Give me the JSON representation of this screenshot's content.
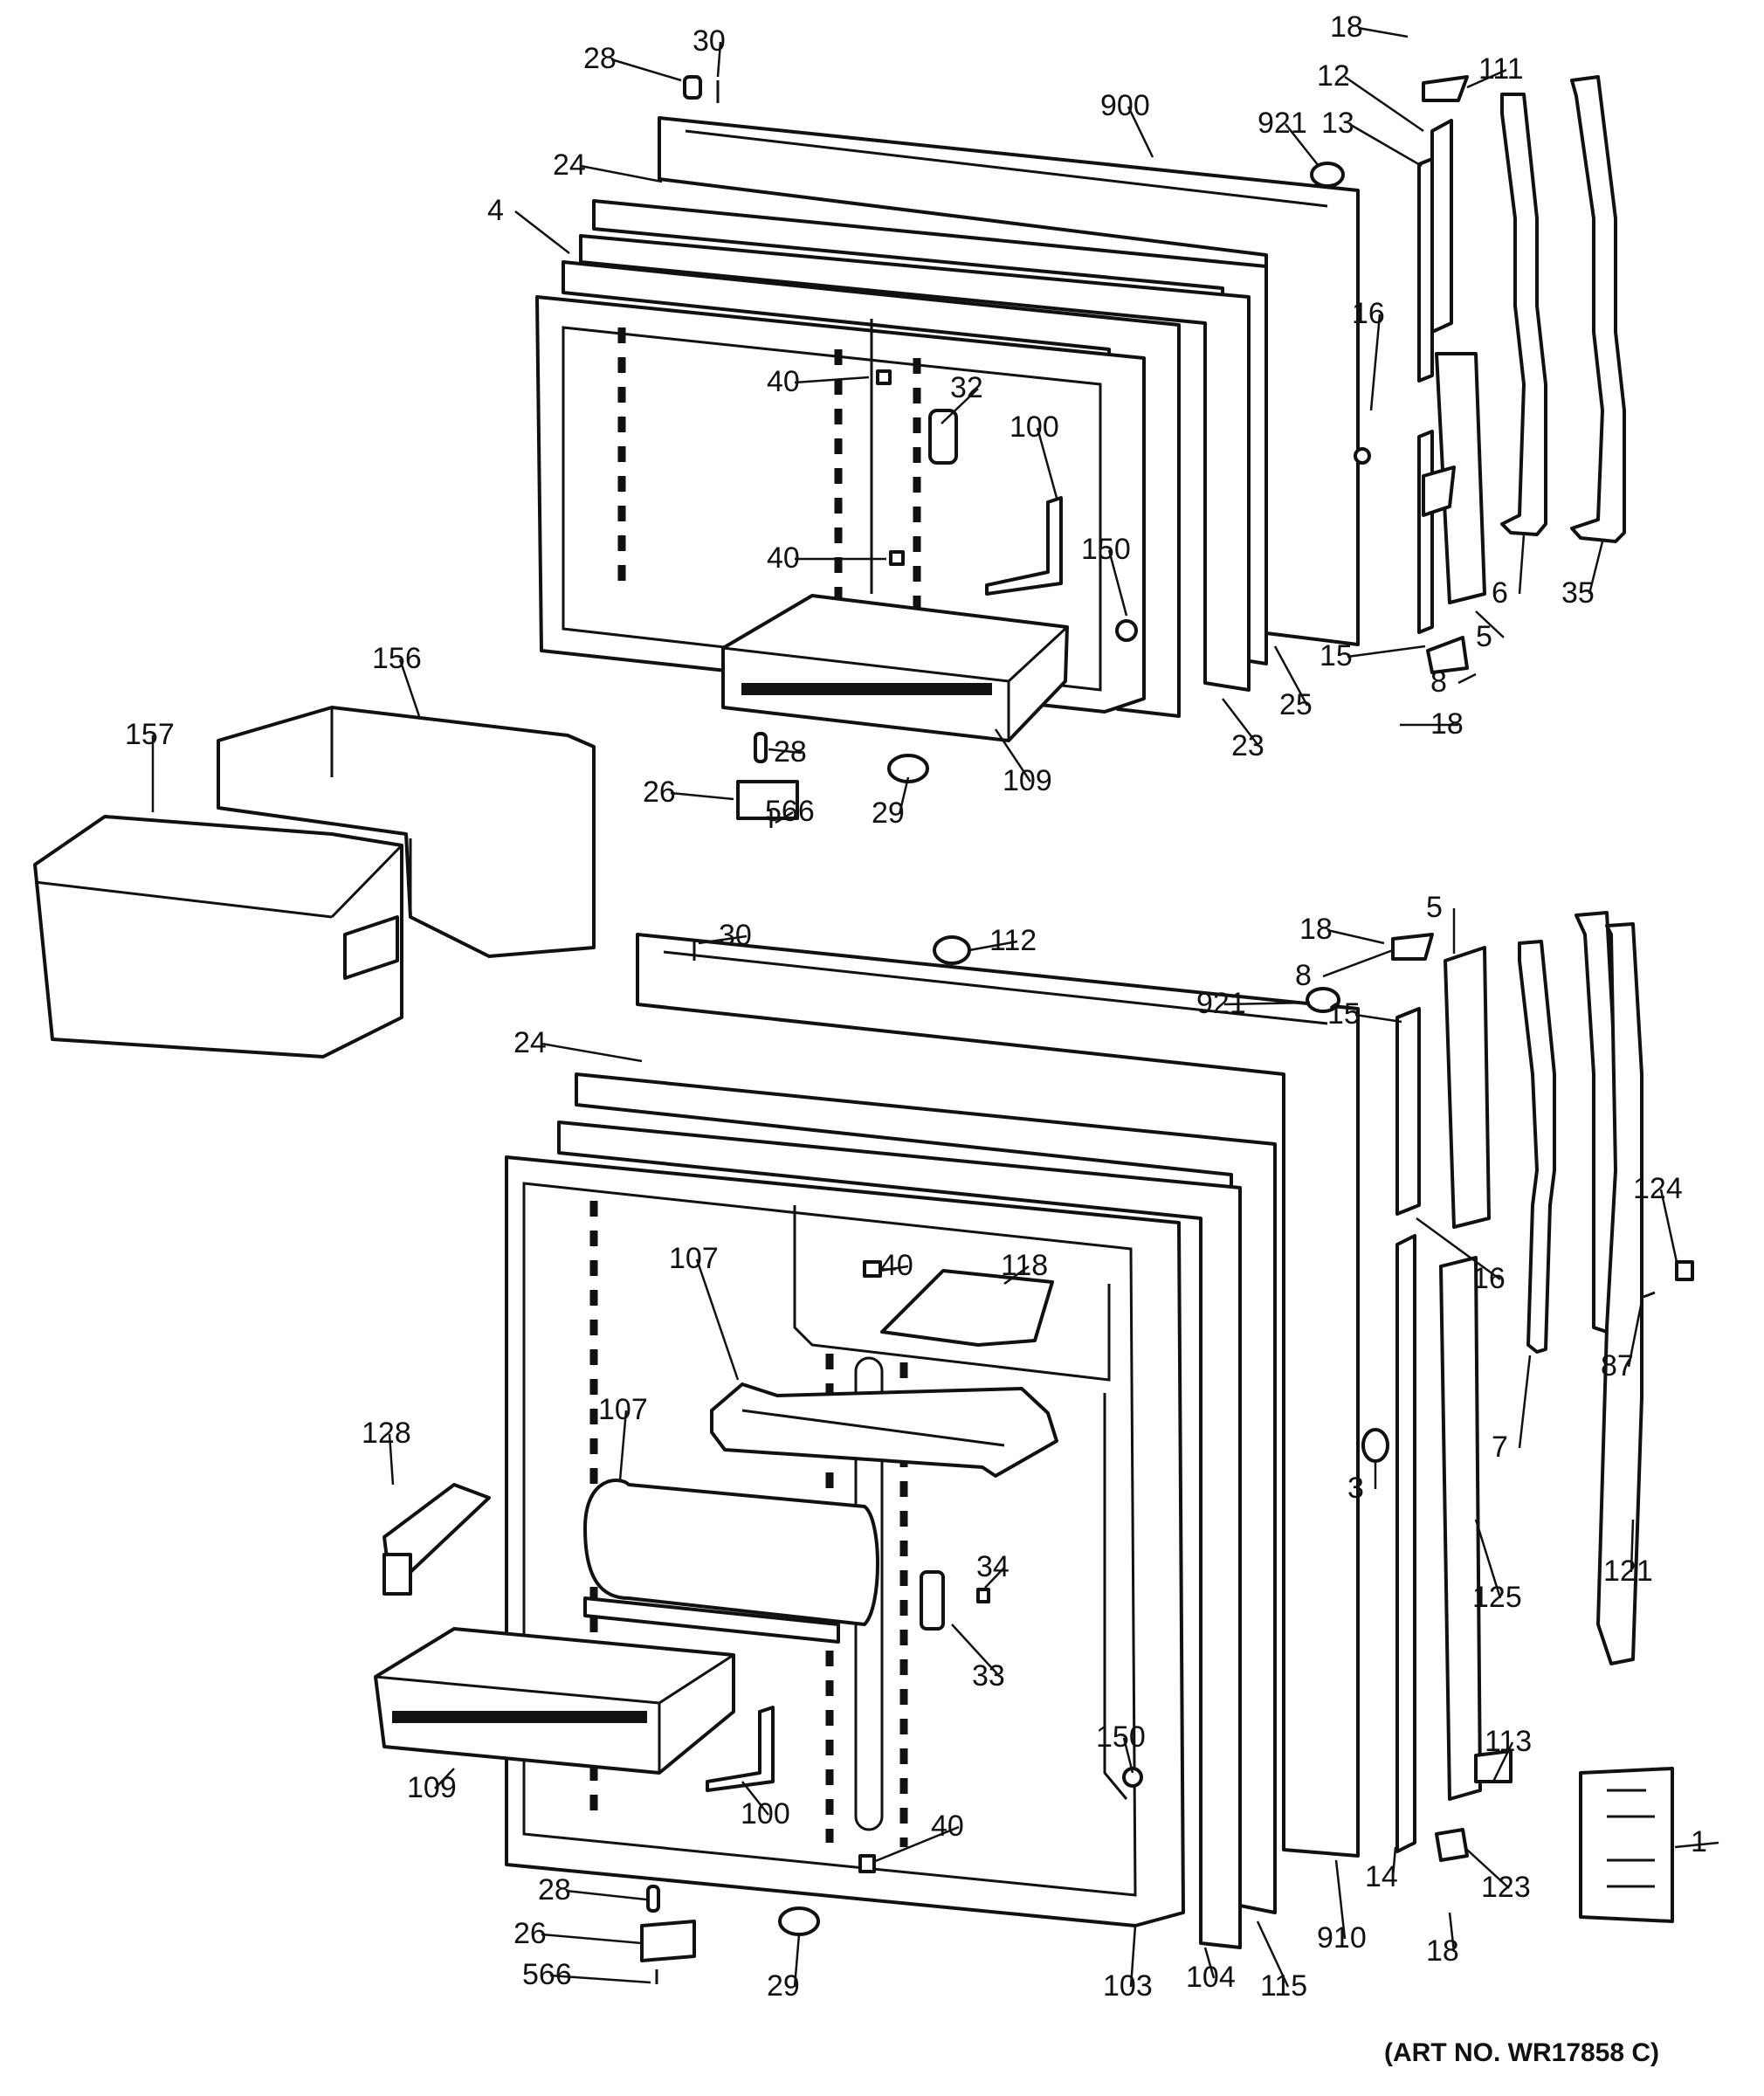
{
  "art_number": "(ART NO. WR17858 C)",
  "callouts": [
    {
      "id": "f28",
      "text": "28"
    },
    {
      "id": "f30",
      "text": "30"
    },
    {
      "id": "f900",
      "text": "900"
    },
    {
      "id": "f921",
      "text": "921"
    },
    {
      "id": "f24",
      "text": "24"
    },
    {
      "id": "f4",
      "text": "4"
    },
    {
      "id": "f40a",
      "text": "40"
    },
    {
      "id": "f32",
      "text": "32"
    },
    {
      "id": "f100",
      "text": "100"
    },
    {
      "id": "f40b",
      "text": "40"
    },
    {
      "id": "f150",
      "text": "150"
    },
    {
      "id": "f109",
      "text": "109"
    },
    {
      "id": "f28b",
      "text": "28"
    },
    {
      "id": "f26",
      "text": "26"
    },
    {
      "id": "f566",
      "text": "566"
    },
    {
      "id": "f29",
      "text": "29"
    },
    {
      "id": "f23",
      "text": "23"
    },
    {
      "id": "f25",
      "text": "25"
    },
    {
      "id": "f18a",
      "text": "18"
    },
    {
      "id": "f111",
      "text": "111"
    },
    {
      "id": "f12",
      "text": "12"
    },
    {
      "id": "f13",
      "text": "13"
    },
    {
      "id": "f16a",
      "text": "16"
    },
    {
      "id": "f15a",
      "text": "15"
    },
    {
      "id": "f8a",
      "text": "8"
    },
    {
      "id": "f18b",
      "text": "18"
    },
    {
      "id": "f5a",
      "text": "5"
    },
    {
      "id": "f6",
      "text": "6"
    },
    {
      "id": "f35",
      "text": "35"
    },
    {
      "id": "f156",
      "text": "156"
    },
    {
      "id": "f157",
      "text": "157"
    },
    {
      "id": "r30",
      "text": "30"
    },
    {
      "id": "r112",
      "text": "112"
    },
    {
      "id": "r24",
      "text": "24"
    },
    {
      "id": "r921",
      "text": "921"
    },
    {
      "id": "r18a",
      "text": "18"
    },
    {
      "id": "r8",
      "text": "8"
    },
    {
      "id": "r15",
      "text": "15"
    },
    {
      "id": "r5",
      "text": "5"
    },
    {
      "id": "r16",
      "text": "16"
    },
    {
      "id": "r40a",
      "text": "40"
    },
    {
      "id": "r118",
      "text": "118"
    },
    {
      "id": "r107a",
      "text": "107"
    },
    {
      "id": "r107b",
      "text": "107"
    },
    {
      "id": "r128",
      "text": "128"
    },
    {
      "id": "r34",
      "text": "34"
    },
    {
      "id": "r33",
      "text": "33"
    },
    {
      "id": "r109",
      "text": "109"
    },
    {
      "id": "r100",
      "text": "100"
    },
    {
      "id": "r150",
      "text": "150"
    },
    {
      "id": "r40b",
      "text": "40"
    },
    {
      "id": "r28",
      "text": "28"
    },
    {
      "id": "r26",
      "text": "26"
    },
    {
      "id": "r566",
      "text": "566"
    },
    {
      "id": "r29",
      "text": "29"
    },
    {
      "id": "r103",
      "text": "103"
    },
    {
      "id": "r104",
      "text": "104"
    },
    {
      "id": "r115",
      "text": "115"
    },
    {
      "id": "r910",
      "text": "910"
    },
    {
      "id": "r3",
      "text": "3"
    },
    {
      "id": "r14",
      "text": "14"
    },
    {
      "id": "r125",
      "text": "125"
    },
    {
      "id": "r113",
      "text": "113"
    },
    {
      "id": "r123",
      "text": "123"
    },
    {
      "id": "r18b",
      "text": "18"
    },
    {
      "id": "r7",
      "text": "7"
    },
    {
      "id": "r124",
      "text": "124"
    },
    {
      "id": "r87",
      "text": "87"
    },
    {
      "id": "r121",
      "text": "121"
    },
    {
      "id": "r1",
      "text": "1"
    }
  ]
}
